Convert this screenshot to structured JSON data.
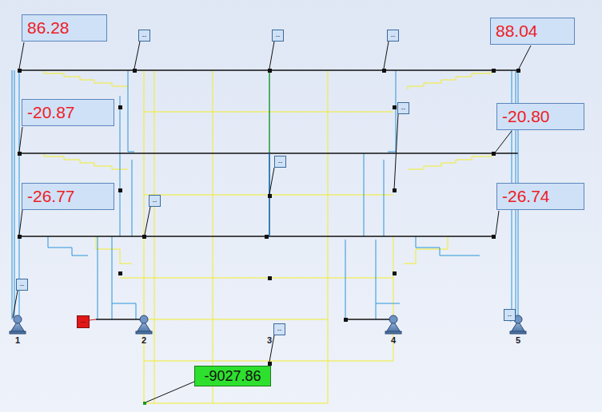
{
  "diagram": {
    "nodes": [
      {
        "text": [
          "86.28"
        ]
      },
      {
        "text": [
          "--"
        ]
      },
      {
        "text": [
          "--"
        ]
      },
      {
        "text": [
          "--"
        ]
      },
      {
        "text": [
          "88.04"
        ]
      },
      {
        "text": [
          "-20.87"
        ]
      },
      {
        "text": [
          "-20.80"
        ]
      },
      {
        "text": [
          "--"
        ]
      },
      {
        "text": [
          "--"
        ]
      },
      {
        "text": [
          "-26.77"
        ]
      },
      {
        "text": [
          "-26.74"
        ]
      },
      {
        "text": [
          "--"
        ]
      },
      {
        "text": [
          "--"
        ]
      },
      {
        "text": [
          "--"
        ]
      },
      {
        "text": [
          "--"
        ]
      },
      {
        "text": [
          "--"
        ]
      },
      {
        "text": [
          "-9027.86"
        ]
      }
    ],
    "labels": [
      "1",
      "2",
      "3",
      "4",
      "5"
    ]
  }
}
